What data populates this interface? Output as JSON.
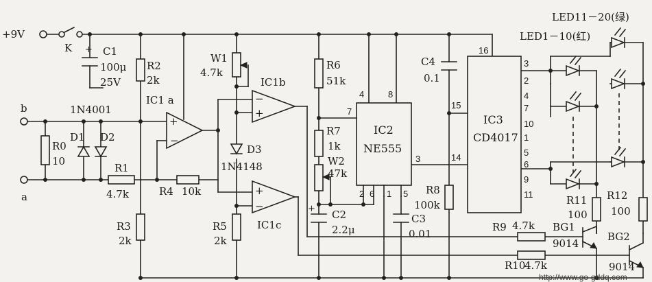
{
  "supply": {
    "voltage": "+9V",
    "switch": "K"
  },
  "inputs": {
    "b": "b",
    "a": "a"
  },
  "diodes": {
    "d1_type": "1N4001",
    "d1": "D1",
    "d2": "D2",
    "d3": "D3",
    "d3_type": "1N4148"
  },
  "resistors": {
    "r0": "R0",
    "r0_val": "10",
    "r1": "R1",
    "r1_val": "4.7k",
    "r2": "R2",
    "r2_val": "2k",
    "r3": "R3",
    "r3_val": "2k",
    "r4": "R4",
    "r4_val": "10k",
    "r5": "R5",
    "r5_val": "2k",
    "r6": "R6",
    "r6_val": "51k",
    "r7": "R7",
    "r7_val": "1k",
    "r8": "R8",
    "r8_val": "100k",
    "r9": "R9",
    "r9_val": "4.7k",
    "r10": "R10",
    "r10_val": "4.7k",
    "r11": "R11",
    "r11_val": "100",
    "r12": "R12",
    "r12_val": "100"
  },
  "pots": {
    "w1": "W1",
    "w1_val": "4.7k",
    "w2": "W2",
    "w2_val": "47k"
  },
  "capacitors": {
    "c1": "C1",
    "c1_val": "100μ",
    "c1_volt": "25V",
    "c2": "C2",
    "c2_val": "2.2μ",
    "c3": "C3",
    "c3_val": "0.01",
    "c4": "C4",
    "c4_val": "0.1"
  },
  "ics": {
    "ic1a": "IC1 a",
    "ic1b": "IC1b",
    "ic1c": "IC1c",
    "ic2": "IC2",
    "ic2_type": "NE555",
    "ic3": "IC3",
    "ic3_type": "CD4017"
  },
  "pins": {
    "ne555": {
      "p4": "4",
      "p8": "8",
      "p7": "7",
      "p3": "3",
      "p2": "2",
      "p6": "6",
      "p1": "1",
      "p5": "5"
    },
    "cd4017_left": {
      "p16": "16",
      "p15": "15",
      "p14": "14"
    },
    "cd4017_right": [
      "3",
      "2",
      "4",
      "7",
      "10",
      "1",
      "5",
      "6",
      "9",
      "11"
    ]
  },
  "leds": {
    "green": "LED11－20(绿)",
    "red": "LED1－10(红)"
  },
  "transistors": {
    "bg1": "BG1",
    "bg1_type": "9014",
    "bg2": "BG2",
    "bg2_type": "9014"
  },
  "watermark": "http://www.go-gddq.com"
}
